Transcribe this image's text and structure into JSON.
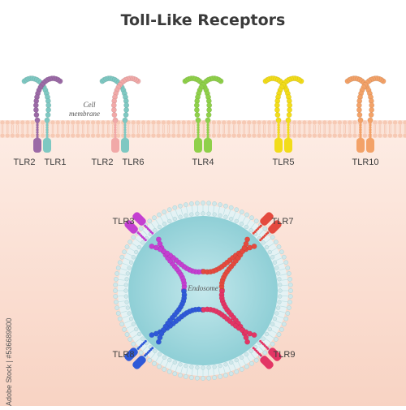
{
  "title": "Toll-Like Receptors",
  "membrane_label": [
    "Cell",
    "membrane"
  ],
  "endosome_label": "Endosome",
  "surface_receptors": [
    {
      "labels": [
        "TLR2",
        "TLR1"
      ],
      "colors": [
        "#7ec8c2",
        "#9b6aa6"
      ]
    },
    {
      "labels": [
        "TLR2",
        "TLR6"
      ],
      "colors": [
        "#7ec8c2",
        "#f1a9a8"
      ]
    },
    {
      "labels": [
        "TLR4"
      ],
      "colors": [
        "#8fd04a",
        "#8fd04a"
      ]
    },
    {
      "labels": [
        "TLR5"
      ],
      "colors": [
        "#f2dc1a",
        "#f2dc1a"
      ]
    },
    {
      "labels": [
        "TLR10"
      ],
      "colors": [
        "#f3a268",
        "#f3a268"
      ]
    }
  ],
  "endosomal_receptors": [
    {
      "label": "TLR3",
      "color": "#c43fd1"
    },
    {
      "label": "TLR7",
      "color": "#e44a3e"
    },
    {
      "label": "TLR8",
      "color": "#2f59d8"
    },
    {
      "label": "TLR9",
      "color": "#e33565"
    }
  ],
  "colors": {
    "membrane": "#f6c9b4",
    "endosome_fill": "#a8dbe0",
    "endosome_membrane": "#d8ecef",
    "cytoplasm_top": "#ffffff",
    "cytoplasm_bottom": "#f8d6c8"
  },
  "credit": "Adobe Stock | #536689800"
}
